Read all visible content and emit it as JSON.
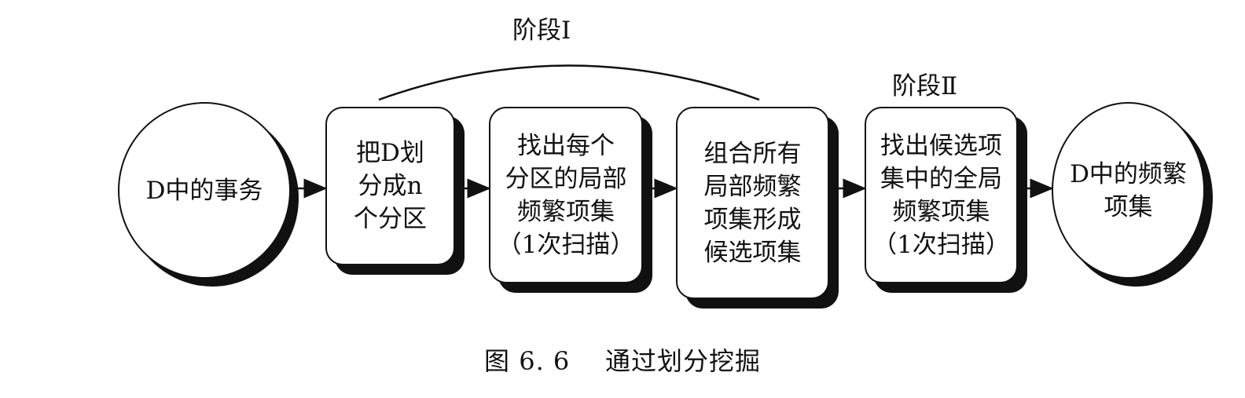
{
  "phases": {
    "phase1": "阶段Ⅰ",
    "phase2": "阶段Ⅱ"
  },
  "nodes": {
    "start": "D中的事务",
    "step1": "把D划\n分成n\n个分区",
    "step2": "找出每个\n分区的局部\n频繁项集\n（1次扫描）",
    "step3": "组合所有\n局部频繁\n项集形成\n候选项集",
    "step4": "找出候选项\n集中的全局\n频繁项集\n（1次扫描）",
    "end": "D中的频繁\n项集"
  },
  "caption": "图 6. 6    通过划分挖掘"
}
